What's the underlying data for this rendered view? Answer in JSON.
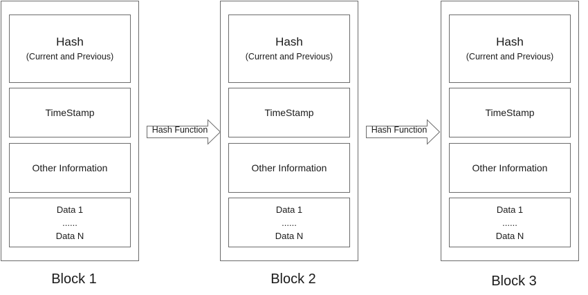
{
  "blocks": [
    {
      "hash_title": "Hash",
      "hash_subtitle": "(Current and Previous)",
      "timestamp": "TimeStamp",
      "other_info": "Other Information",
      "data_first": "Data 1",
      "data_ellipsis": "......",
      "data_last": "Data N",
      "label": "Block 1"
    },
    {
      "hash_title": "Hash",
      "hash_subtitle": "(Current and Previous)",
      "timestamp": "TimeStamp",
      "other_info": "Other Information",
      "data_first": "Data 1",
      "data_ellipsis": "......",
      "data_last": "Data N",
      "label": "Block 2"
    },
    {
      "hash_title": "Hash",
      "hash_subtitle": "(Current and Previous)",
      "timestamp": "TimeStamp",
      "other_info": "Other Information",
      "data_first": "Data 1",
      "data_ellipsis": "......",
      "data_last": "Data N",
      "label": "Block 3"
    }
  ],
  "arrows": [
    {
      "label": "Hash Function"
    },
    {
      "label": "Hash Function"
    }
  ],
  "colors": {
    "border": "#6b6b6b",
    "text": "#1a1a1a",
    "background": "#ffffff"
  }
}
